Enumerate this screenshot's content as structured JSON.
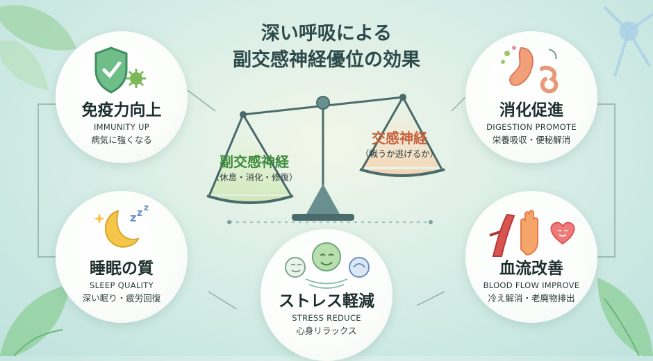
{
  "title": {
    "line1": "深い呼吸による",
    "line2": "副交感神経優位の効果"
  },
  "balance": {
    "left": {
      "main": "副交感神経",
      "paren": "（休息・消化・修復）",
      "color": "#3c8a3c"
    },
    "right": {
      "main": "交感神経",
      "paren": "（戦うか逃げるか）",
      "color": "#c8603c"
    }
  },
  "cards": {
    "immunity": {
      "title": "免疫力向上",
      "english": "IMMUNITY UP",
      "sub": "病気に強くなる"
    },
    "digestion": {
      "title": "消化促進",
      "english": "DIGESTION PROMOTE",
      "sub": "栄養吸収・便秘解消"
    },
    "sleep": {
      "title": "睡眠の質",
      "english": "SLEEP QUALITY",
      "sub": "深い眠り・疲労回復"
    },
    "stress": {
      "title": "ストレス軽減",
      "english": "STRESS REDUCE",
      "sub": "心身リラックス"
    },
    "blood": {
      "title": "血流改善",
      "english": "BLOOD FLOW IMPROVE",
      "sub": "冷え解消・老廃物排出"
    }
  }
}
